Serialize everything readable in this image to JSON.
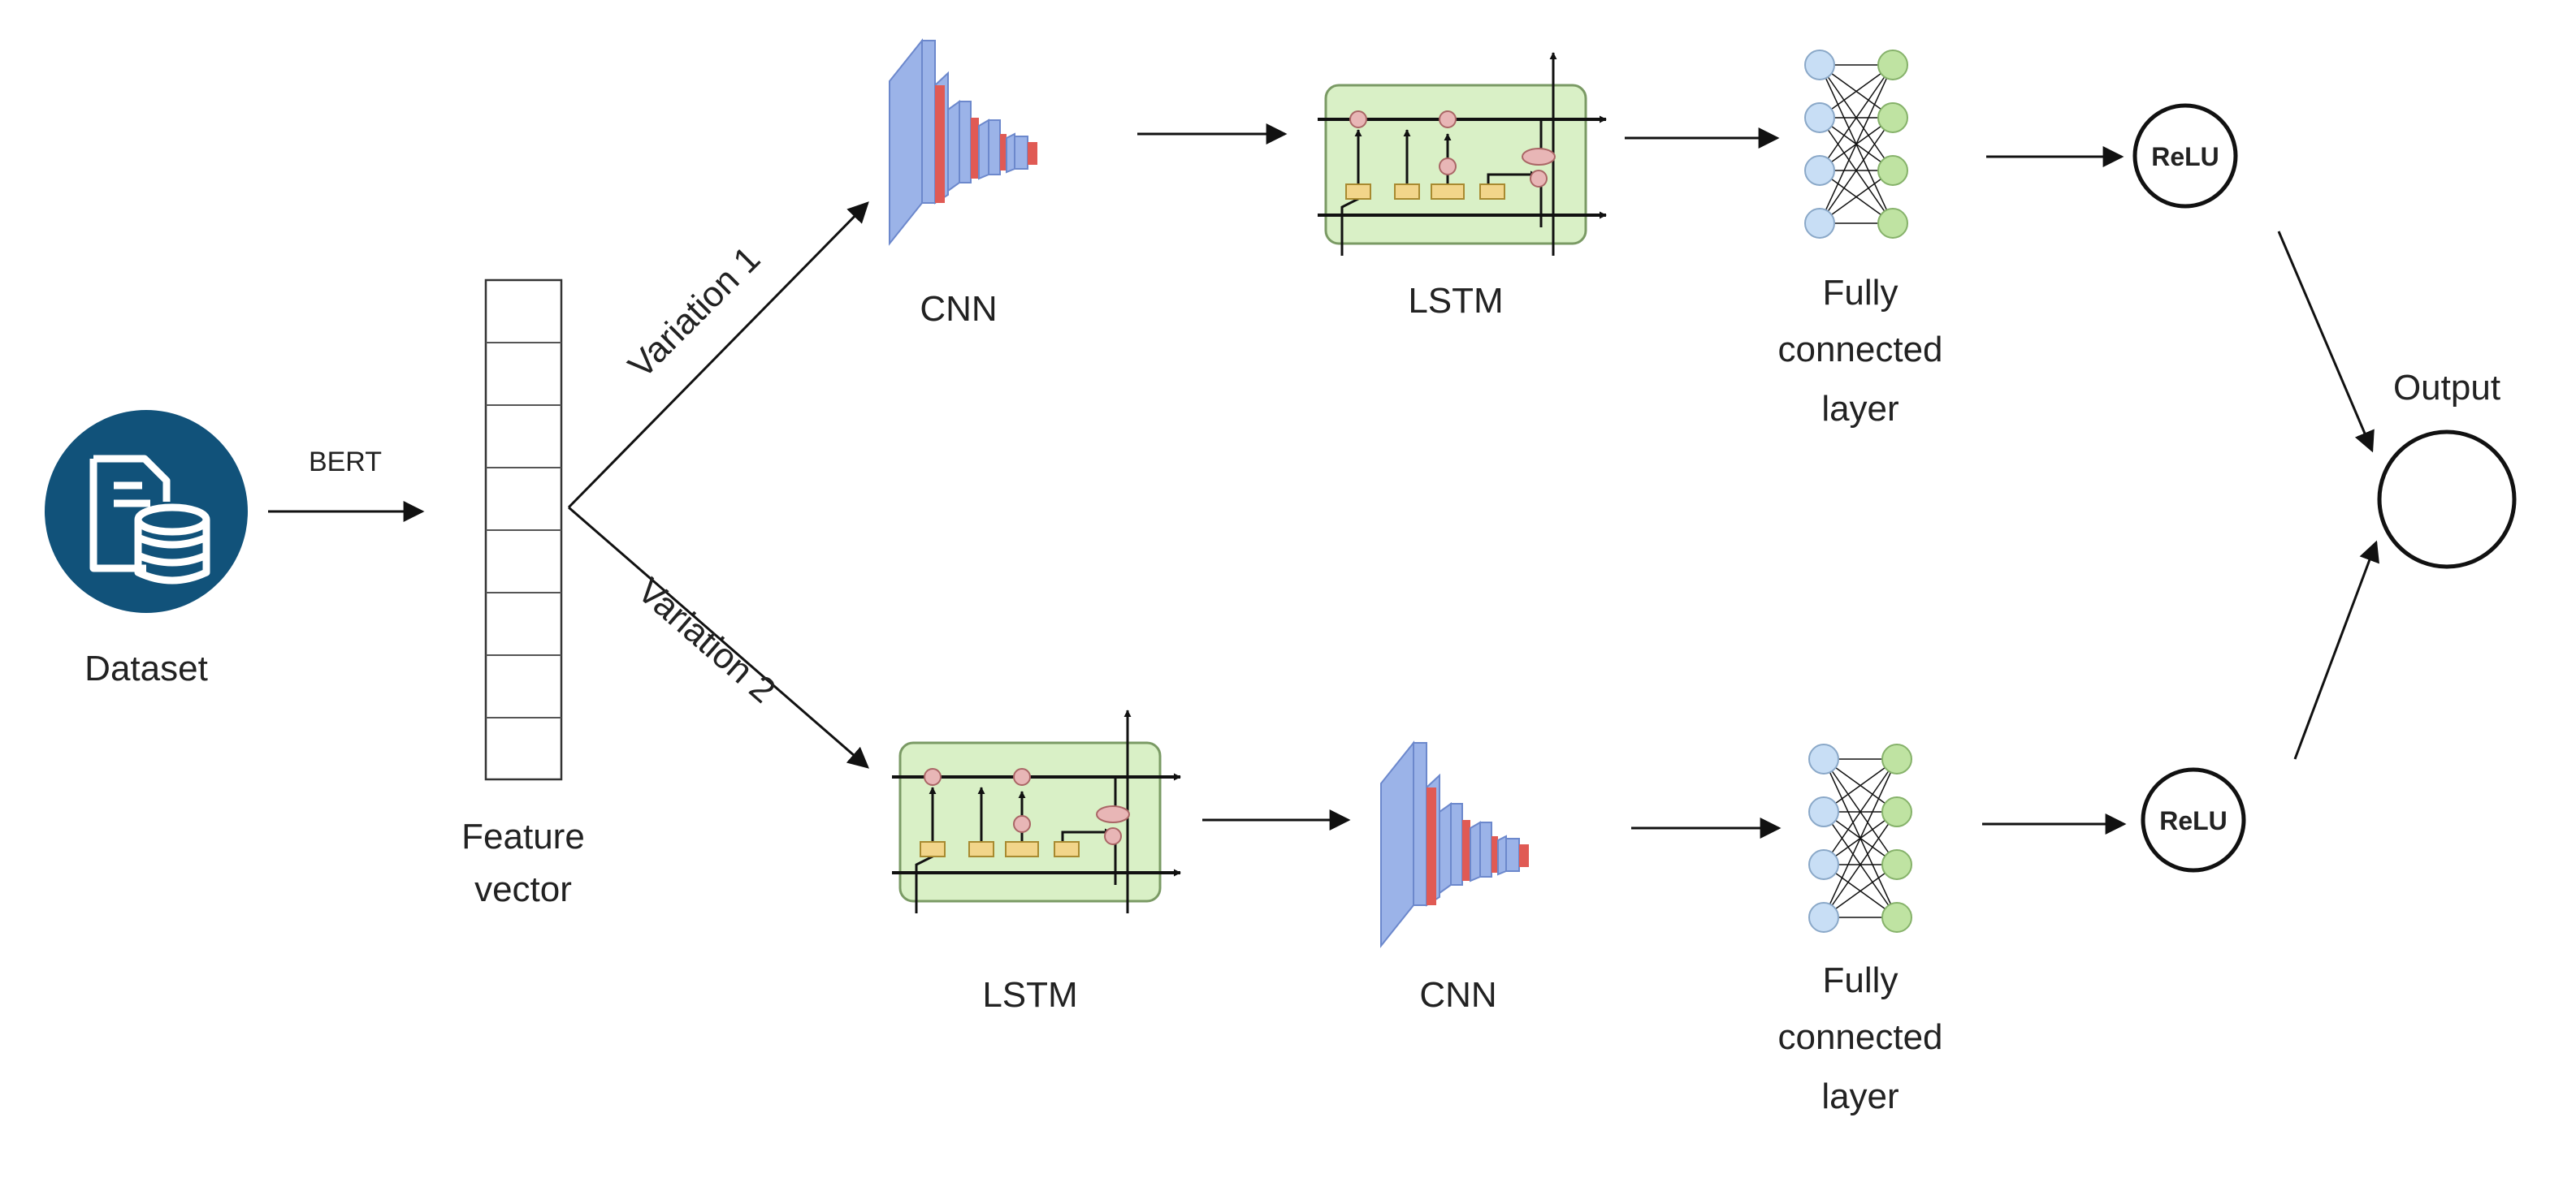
{
  "colors": {
    "dataset_circle": "#11527a",
    "cnn_blue": "#9bb3e8",
    "cnn_blue_edge": "#6c88cc",
    "cnn_red": "#e05a54",
    "lstm_fill": "#d9f0c6",
    "lstm_edge": "#7a9a64",
    "lstm_gate_pink": "#e8b6b6",
    "lstm_gate_yellow": "#f2d58a",
    "fc_blue": "#c8def5",
    "fc_green": "#bfe3a2",
    "line": "#111111"
  },
  "icons": {
    "dataset": "database-document-icon"
  },
  "nodes": {
    "dataset": "Dataset",
    "bert": "BERT",
    "feature_vector_line1": "Feature",
    "feature_vector_line2": "vector",
    "variation1": "Variation 1",
    "variation2": "Variation 2",
    "cnn_top": "CNN",
    "lstm_top": "LSTM",
    "fc_top_line1": "Fully",
    "fc_top_line2": "connected",
    "fc_top_line3": "layer",
    "relu_top": "ReLU",
    "output": "Output",
    "lstm_bottom": "LSTM",
    "cnn_bottom": "CNN",
    "fc_bottom_line1": "Fully",
    "fc_bottom_line2": "connected",
    "fc_bottom_line3": "layer",
    "relu_bottom": "ReLU"
  }
}
